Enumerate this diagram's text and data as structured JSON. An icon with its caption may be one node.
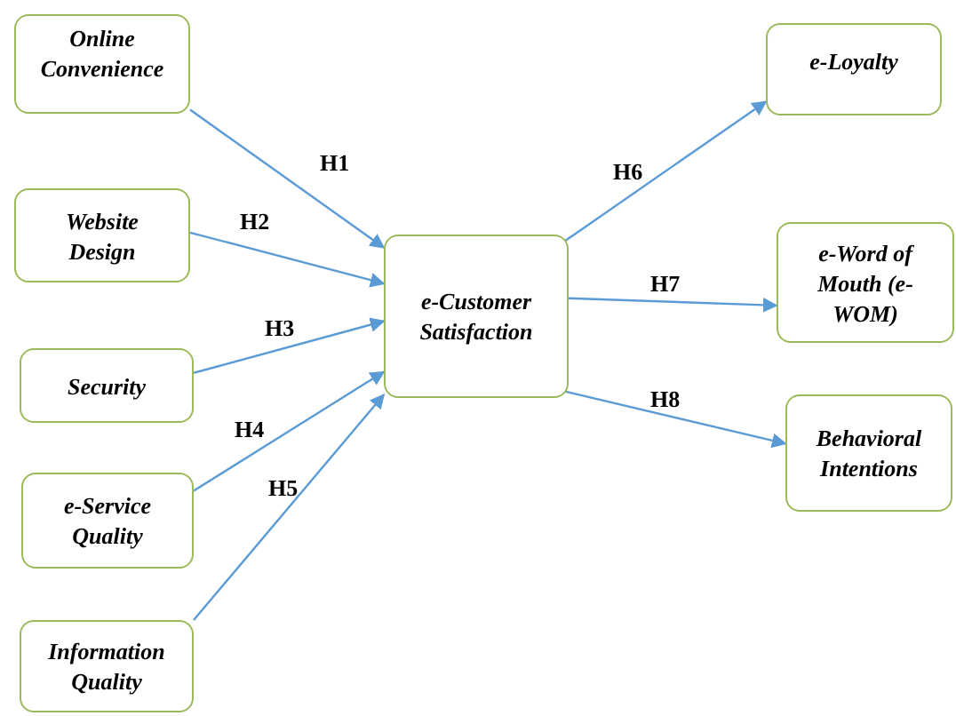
{
  "diagram": {
    "nodes": [
      {
        "text": [
          "Online Convenience"
        ]
      },
      {
        "text": [
          "Website Design"
        ]
      },
      {
        "text": [
          "Security"
        ]
      },
      {
        "text": [
          "e-Service Quality"
        ]
      },
      {
        "text": [
          "Information Quality"
        ]
      },
      {
        "text": [
          "e-Customer Satisfaction"
        ]
      },
      {
        "text": [
          "e-Loyalty"
        ]
      },
      {
        "text": [
          "e-Word of Mouth (e-WOM)"
        ]
      },
      {
        "text": [
          "Behavioral Intentions"
        ]
      }
    ],
    "edges": [
      {
        "from": 0,
        "to": 5,
        "arrow": "to",
        "label": "H1"
      },
      {
        "from": 1,
        "to": 5,
        "arrow": "to",
        "label": "H2"
      },
      {
        "from": 2,
        "to": 5,
        "arrow": "to",
        "label": "H3"
      },
      {
        "from": 3,
        "to": 5,
        "arrow": "to",
        "label": "H4"
      },
      {
        "from": 4,
        "to": 5,
        "arrow": "to",
        "label": "H5"
      },
      {
        "from": 5,
        "to": 6,
        "arrow": "to",
        "label": "H6"
      },
      {
        "from": 5,
        "to": 7,
        "arrow": "to",
        "label": "H7"
      },
      {
        "from": 5,
        "to": 8,
        "arrow": "to",
        "label": "H8"
      }
    ]
  }
}
